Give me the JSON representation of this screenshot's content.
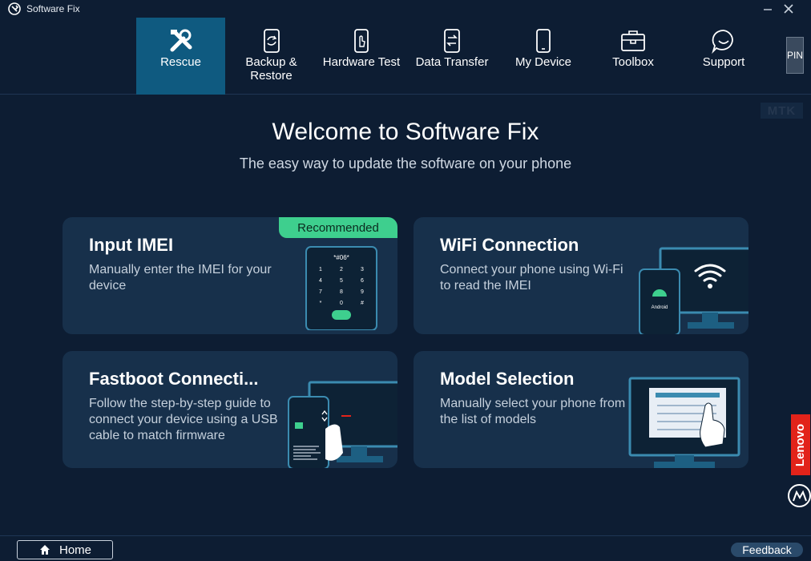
{
  "window": {
    "title": "Software Fix"
  },
  "nav": {
    "items": [
      {
        "label": "Rescue",
        "icon": "wrench-tools-icon",
        "active": true
      },
      {
        "label": "Backup & Restore",
        "icon": "backup-restore-icon"
      },
      {
        "label": "Hardware Test",
        "icon": "hardware-test-icon"
      },
      {
        "label": "Data Transfer",
        "icon": "data-transfer-icon"
      },
      {
        "label": "My Device",
        "icon": "phone-icon"
      },
      {
        "label": "Toolbox",
        "icon": "toolbox-icon"
      },
      {
        "label": "Support",
        "icon": "chat-bubble-icon"
      }
    ],
    "pin_label": "PIN"
  },
  "chipset_badge": "MTK",
  "main": {
    "title": "Welcome to Software Fix",
    "subtitle": "The easy way to update the software on your phone",
    "cards": [
      {
        "title": "Input IMEI",
        "description": "Manually enter the IMEI for your device",
        "badge": "Recommended",
        "dial_code": "*#06*"
      },
      {
        "title": "WiFi Connection",
        "description": "Connect your phone using Wi-Fi to read the IMEI",
        "device_label": "Android"
      },
      {
        "title": "Fastboot Connecti...",
        "description": "Follow the step-by-step guide to connect your device using a USB cable to match firmware"
      },
      {
        "title": "Model Selection",
        "description": "Manually select your phone from the list of models"
      }
    ]
  },
  "brands": {
    "lenovo": "Lenovo"
  },
  "footer": {
    "home_label": "Home",
    "feedback_label": "Feedback"
  },
  "colors": {
    "background": "#0d1d33",
    "card": "#17304b",
    "active_tab": "#0f5a80",
    "accent": "#3ecf8e"
  }
}
